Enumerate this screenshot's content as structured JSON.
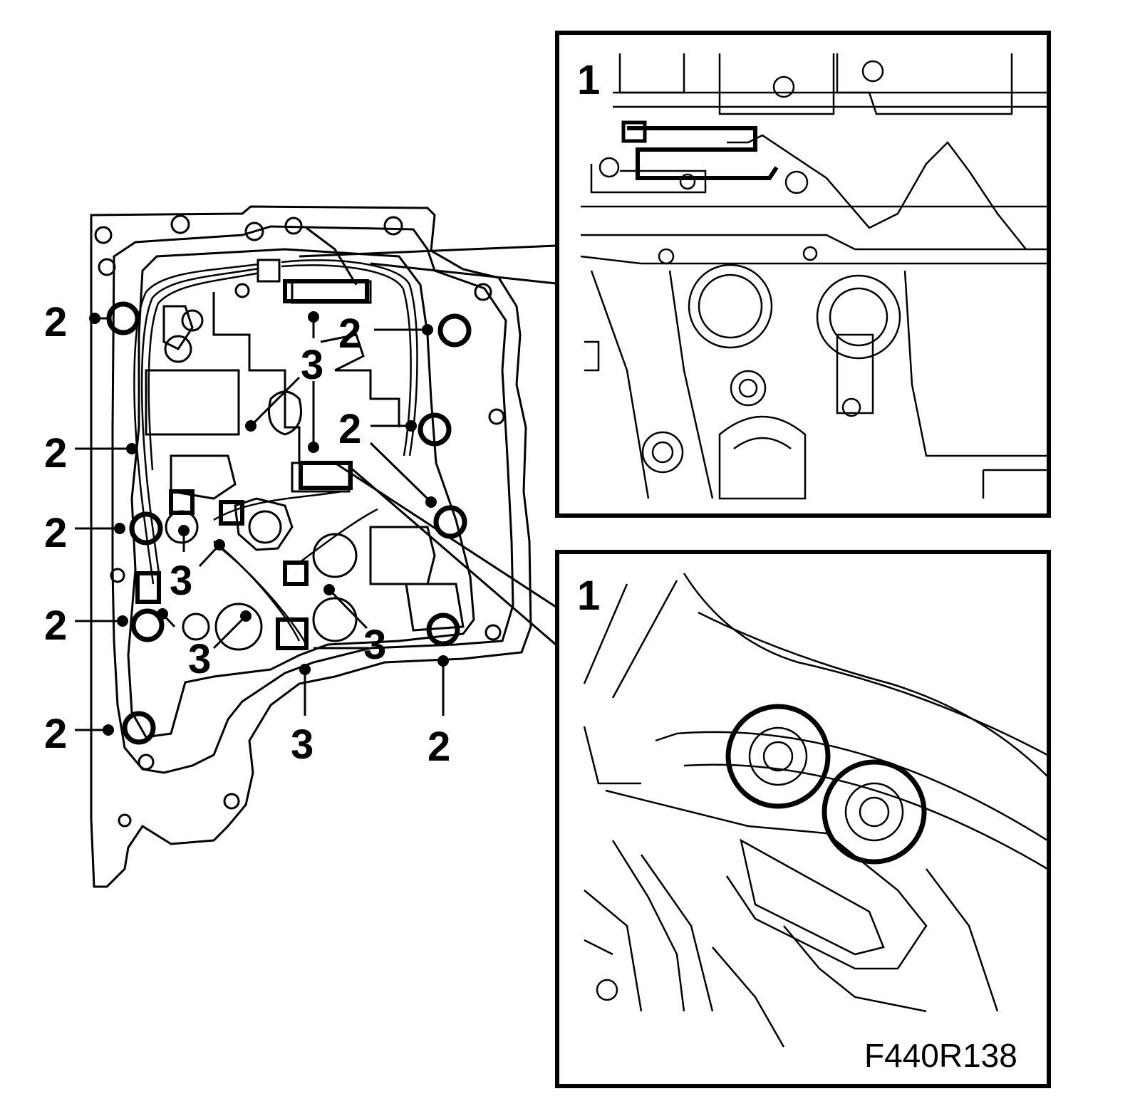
{
  "callouts": {
    "detail_1": "1",
    "detail_2": "1",
    "bolt": "2",
    "solenoid": "3"
  },
  "figure_code": "F440R138",
  "colors": {
    "ink": "#000000",
    "paper": "#ffffff"
  }
}
